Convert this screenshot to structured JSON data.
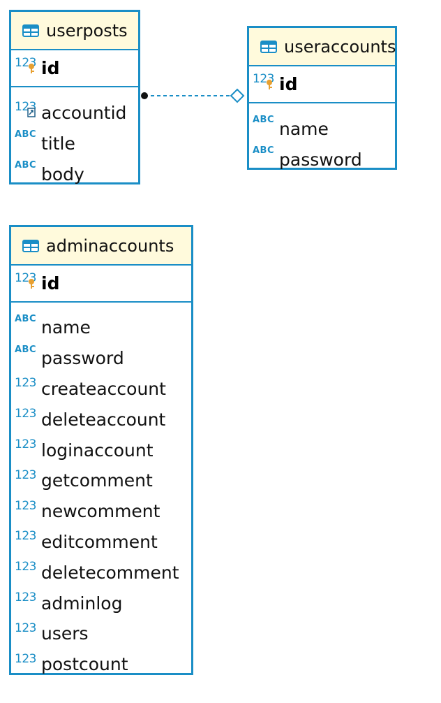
{
  "entities": {
    "userposts": {
      "name": "userposts",
      "pk": {
        "type": "123",
        "name": "id"
      },
      "columns": [
        {
          "type": "123",
          "name": "accountid",
          "fk": true
        },
        {
          "type": "ABC",
          "name": "title"
        },
        {
          "type": "ABC",
          "name": "body"
        }
      ]
    },
    "useraccounts": {
      "name": "useraccounts",
      "pk": {
        "type": "123",
        "name": "id"
      },
      "columns": [
        {
          "type": "ABC",
          "name": "name"
        },
        {
          "type": "ABC",
          "name": "password"
        }
      ]
    },
    "adminaccounts": {
      "name": "adminaccounts",
      "pk": {
        "type": "123",
        "name": "id"
      },
      "columns": [
        {
          "type": "ABC",
          "name": "name"
        },
        {
          "type": "ABC",
          "name": "password"
        },
        {
          "type": "123",
          "name": "createaccount"
        },
        {
          "type": "123",
          "name": "deleteaccount"
        },
        {
          "type": "123",
          "name": "loginaccount"
        },
        {
          "type": "123",
          "name": "getcomment"
        },
        {
          "type": "123",
          "name": "newcomment"
        },
        {
          "type": "123",
          "name": "editcomment"
        },
        {
          "type": "123",
          "name": "deletecomment"
        },
        {
          "type": "123",
          "name": "adminlog"
        },
        {
          "type": "123",
          "name": "users"
        },
        {
          "type": "123",
          "name": "postcount"
        }
      ]
    }
  },
  "colors": {
    "border": "#1a8ec6",
    "header_bg": "#fffadc",
    "key_icon": "#e8a030"
  }
}
